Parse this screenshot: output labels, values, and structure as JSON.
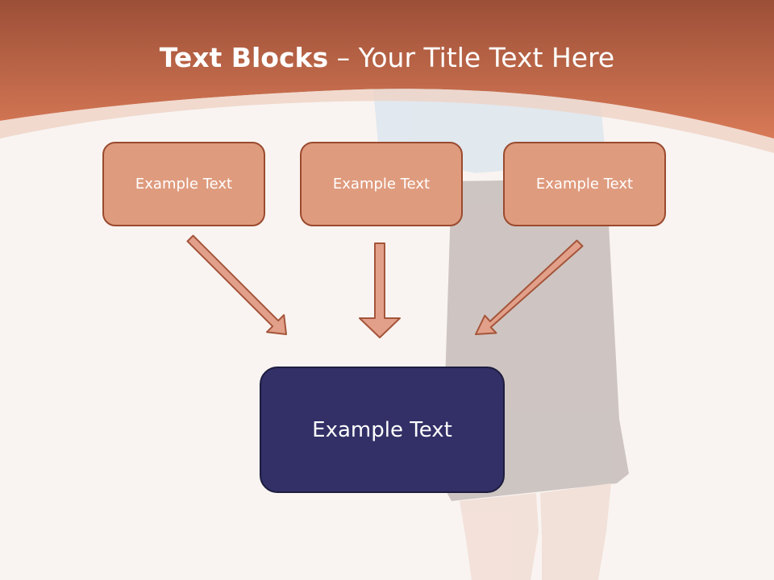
{
  "slide": {
    "title_bold": "Text Blocks",
    "title_dash": " – ",
    "title_rest": "Your Title Text Here",
    "top_boxes": [
      {
        "text": "Example Text"
      },
      {
        "text": "Example Text"
      },
      {
        "text": "Example Text"
      }
    ],
    "target_box": {
      "text": "Example Text"
    }
  },
  "colors": {
    "header": "#c9714e",
    "box_fill": "#df9b7e",
    "box_border": "#9a4a2e",
    "target_fill": "#323066",
    "arrow_fill": "#e2a08a",
    "arrow_stroke": "#a4553a",
    "background": "#f9f4f1"
  }
}
